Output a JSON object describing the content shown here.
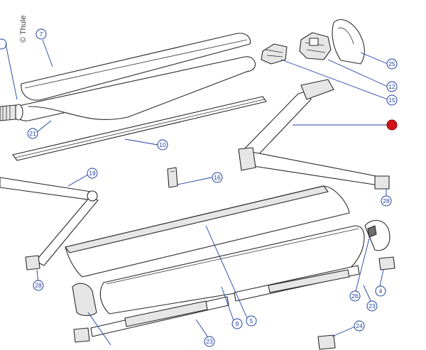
{
  "copyright": "© Thule",
  "highlight_color": "#d1121b",
  "leader_color": "#1f3fa0",
  "callouts": [
    {
      "label": "7"
    },
    {
      "label": "21"
    },
    {
      "label": "10"
    },
    {
      "label": "25"
    },
    {
      "label": "12"
    },
    {
      "label": "15"
    },
    {
      "label": "16"
    },
    {
      "label": "19"
    },
    {
      "label": "28"
    },
    {
      "label": "28"
    },
    {
      "label": "5"
    },
    {
      "label": "9"
    },
    {
      "label": "5"
    },
    {
      "label": "23"
    },
    {
      "label": "26"
    },
    {
      "label": "4"
    },
    {
      "label": "23"
    },
    {
      "label": "24"
    }
  ]
}
